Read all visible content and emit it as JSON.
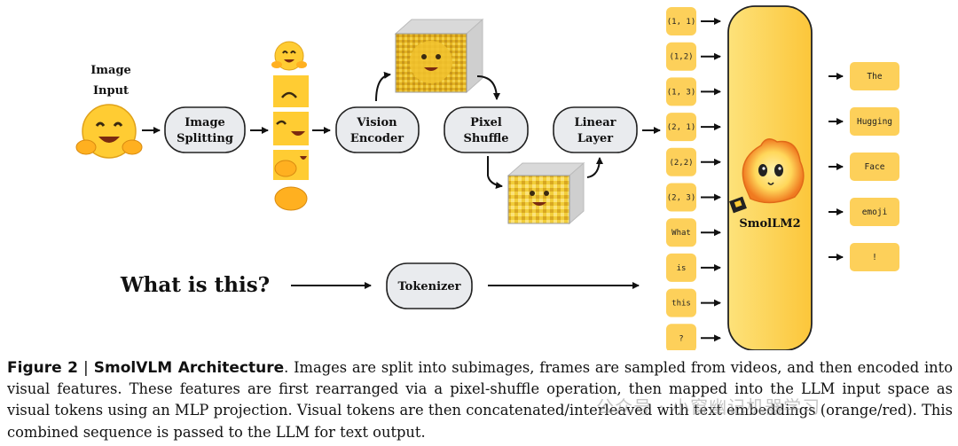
{
  "diagram": {
    "image_input_line1": "Image",
    "image_input_line2": "Input",
    "image_splitting_line1": "Image",
    "image_splitting_line2": "Splitting",
    "vision_encoder_line1": "Vision",
    "vision_encoder_line2": "Encoder",
    "pixel_shuffle_line1": "Pixel",
    "pixel_shuffle_line2": "Shuffle",
    "linear_layer_line1": "Linear",
    "linear_layer_line2": "Layer",
    "question": "What is this?",
    "tokenizer": "Tokenizer",
    "model": "SmolLM2",
    "visual_tokens": [
      "(1, 1)",
      "(1,2)",
      "(1, 3)",
      "(2, 1)",
      "(2,2)",
      "(2, 3)"
    ],
    "text_tokens": [
      "What",
      "is",
      "this",
      "?"
    ],
    "outputs": [
      "The",
      "Hugging",
      "Face",
      "emoji",
      "!"
    ],
    "colors": {
      "token_fill": "#fdd05a",
      "model_fill": "#fdd24e",
      "box_fill": "#e9ebee",
      "emoji_yellow": "#ffcc33"
    }
  },
  "caption": {
    "figure_label": "Figure 2",
    "separator": "|",
    "figure_title": "SmolVLM Architecture",
    "text": ". Images are split into subimages, frames are sampled from videos, and then encoded into visual features. These features are first rearranged via a pixel-shuffle operation, then mapped into the LLM input space as visual tokens using an MLP projection. Visual tokens are then concatenated/interleaved with text embeddings (orange/red). This combined sequence is passed to the LLM for text output."
  },
  "watermark": "公众号 · 小窗幽记机器学习"
}
